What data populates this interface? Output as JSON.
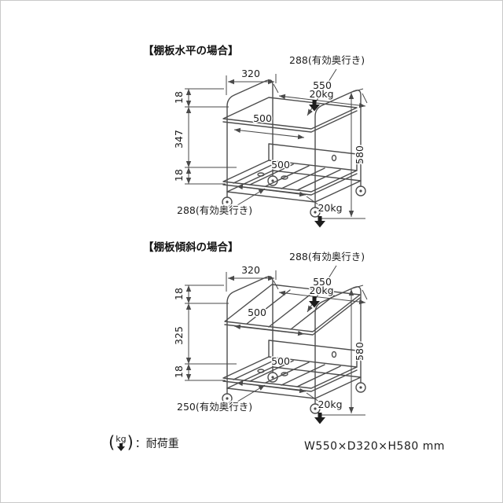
{
  "page": {
    "background": "#ffffff",
    "border_color": "#c9c9c9",
    "line_color": "#4d4d4d",
    "text_color": "#1d1d1d"
  },
  "diagrams": [
    {
      "title": "【棚板水平の場合】",
      "labels": {
        "top_depth": "288(有効奥行き)",
        "depth": "320",
        "width": "550",
        "top_load": "20kg",
        "top_clear_width": "500",
        "dim_top": "18",
        "dim_mid": "347",
        "dim_bottom": "18",
        "height": "580",
        "bottom_clear_width": "500",
        "bottom_depth": "288(有効奥行き)",
        "bottom_load": "20kg"
      }
    },
    {
      "title": "【棚板傾斜の場合】",
      "labels": {
        "top_depth": "288(有効奥行き)",
        "depth": "320",
        "width": "550",
        "top_load": "20kg",
        "top_clear_width": "500",
        "dim_top": "18",
        "dim_mid": "325",
        "dim_bottom": "18",
        "height": "580",
        "bottom_clear_width": "500",
        "bottom_depth": "250(有効奥行き)",
        "bottom_load": "20kg"
      }
    }
  ],
  "footer": {
    "open": "(",
    "unit": "kg",
    "close": ")",
    "label": "：耐荷重",
    "size": "W550×D320×H580 mm"
  }
}
